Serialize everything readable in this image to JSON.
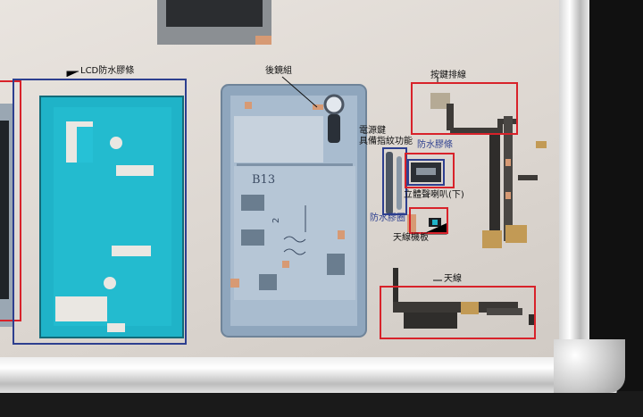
{
  "labels": {
    "lcd_tape": "LCD防水膠條",
    "rear_cam": "後鏡組",
    "button_flex": "按鍵排線",
    "power_key": "電源鍵",
    "fingerprint": "具備指紋功能",
    "waterproof_tape": "防水膠條",
    "speaker": "立體聲喇叭(下)",
    "waterproof_ring": "防水膠圈",
    "antenna_board": "天線機板",
    "antenna": "天線"
  },
  "handwriting": {
    "frame_code": "B13"
  },
  "colors": {
    "red_box": "#d8222a",
    "blue_box": "#2d3f8f",
    "teal_tape": "#1fb3c8",
    "phone_frame": "#8fa6bd"
  }
}
